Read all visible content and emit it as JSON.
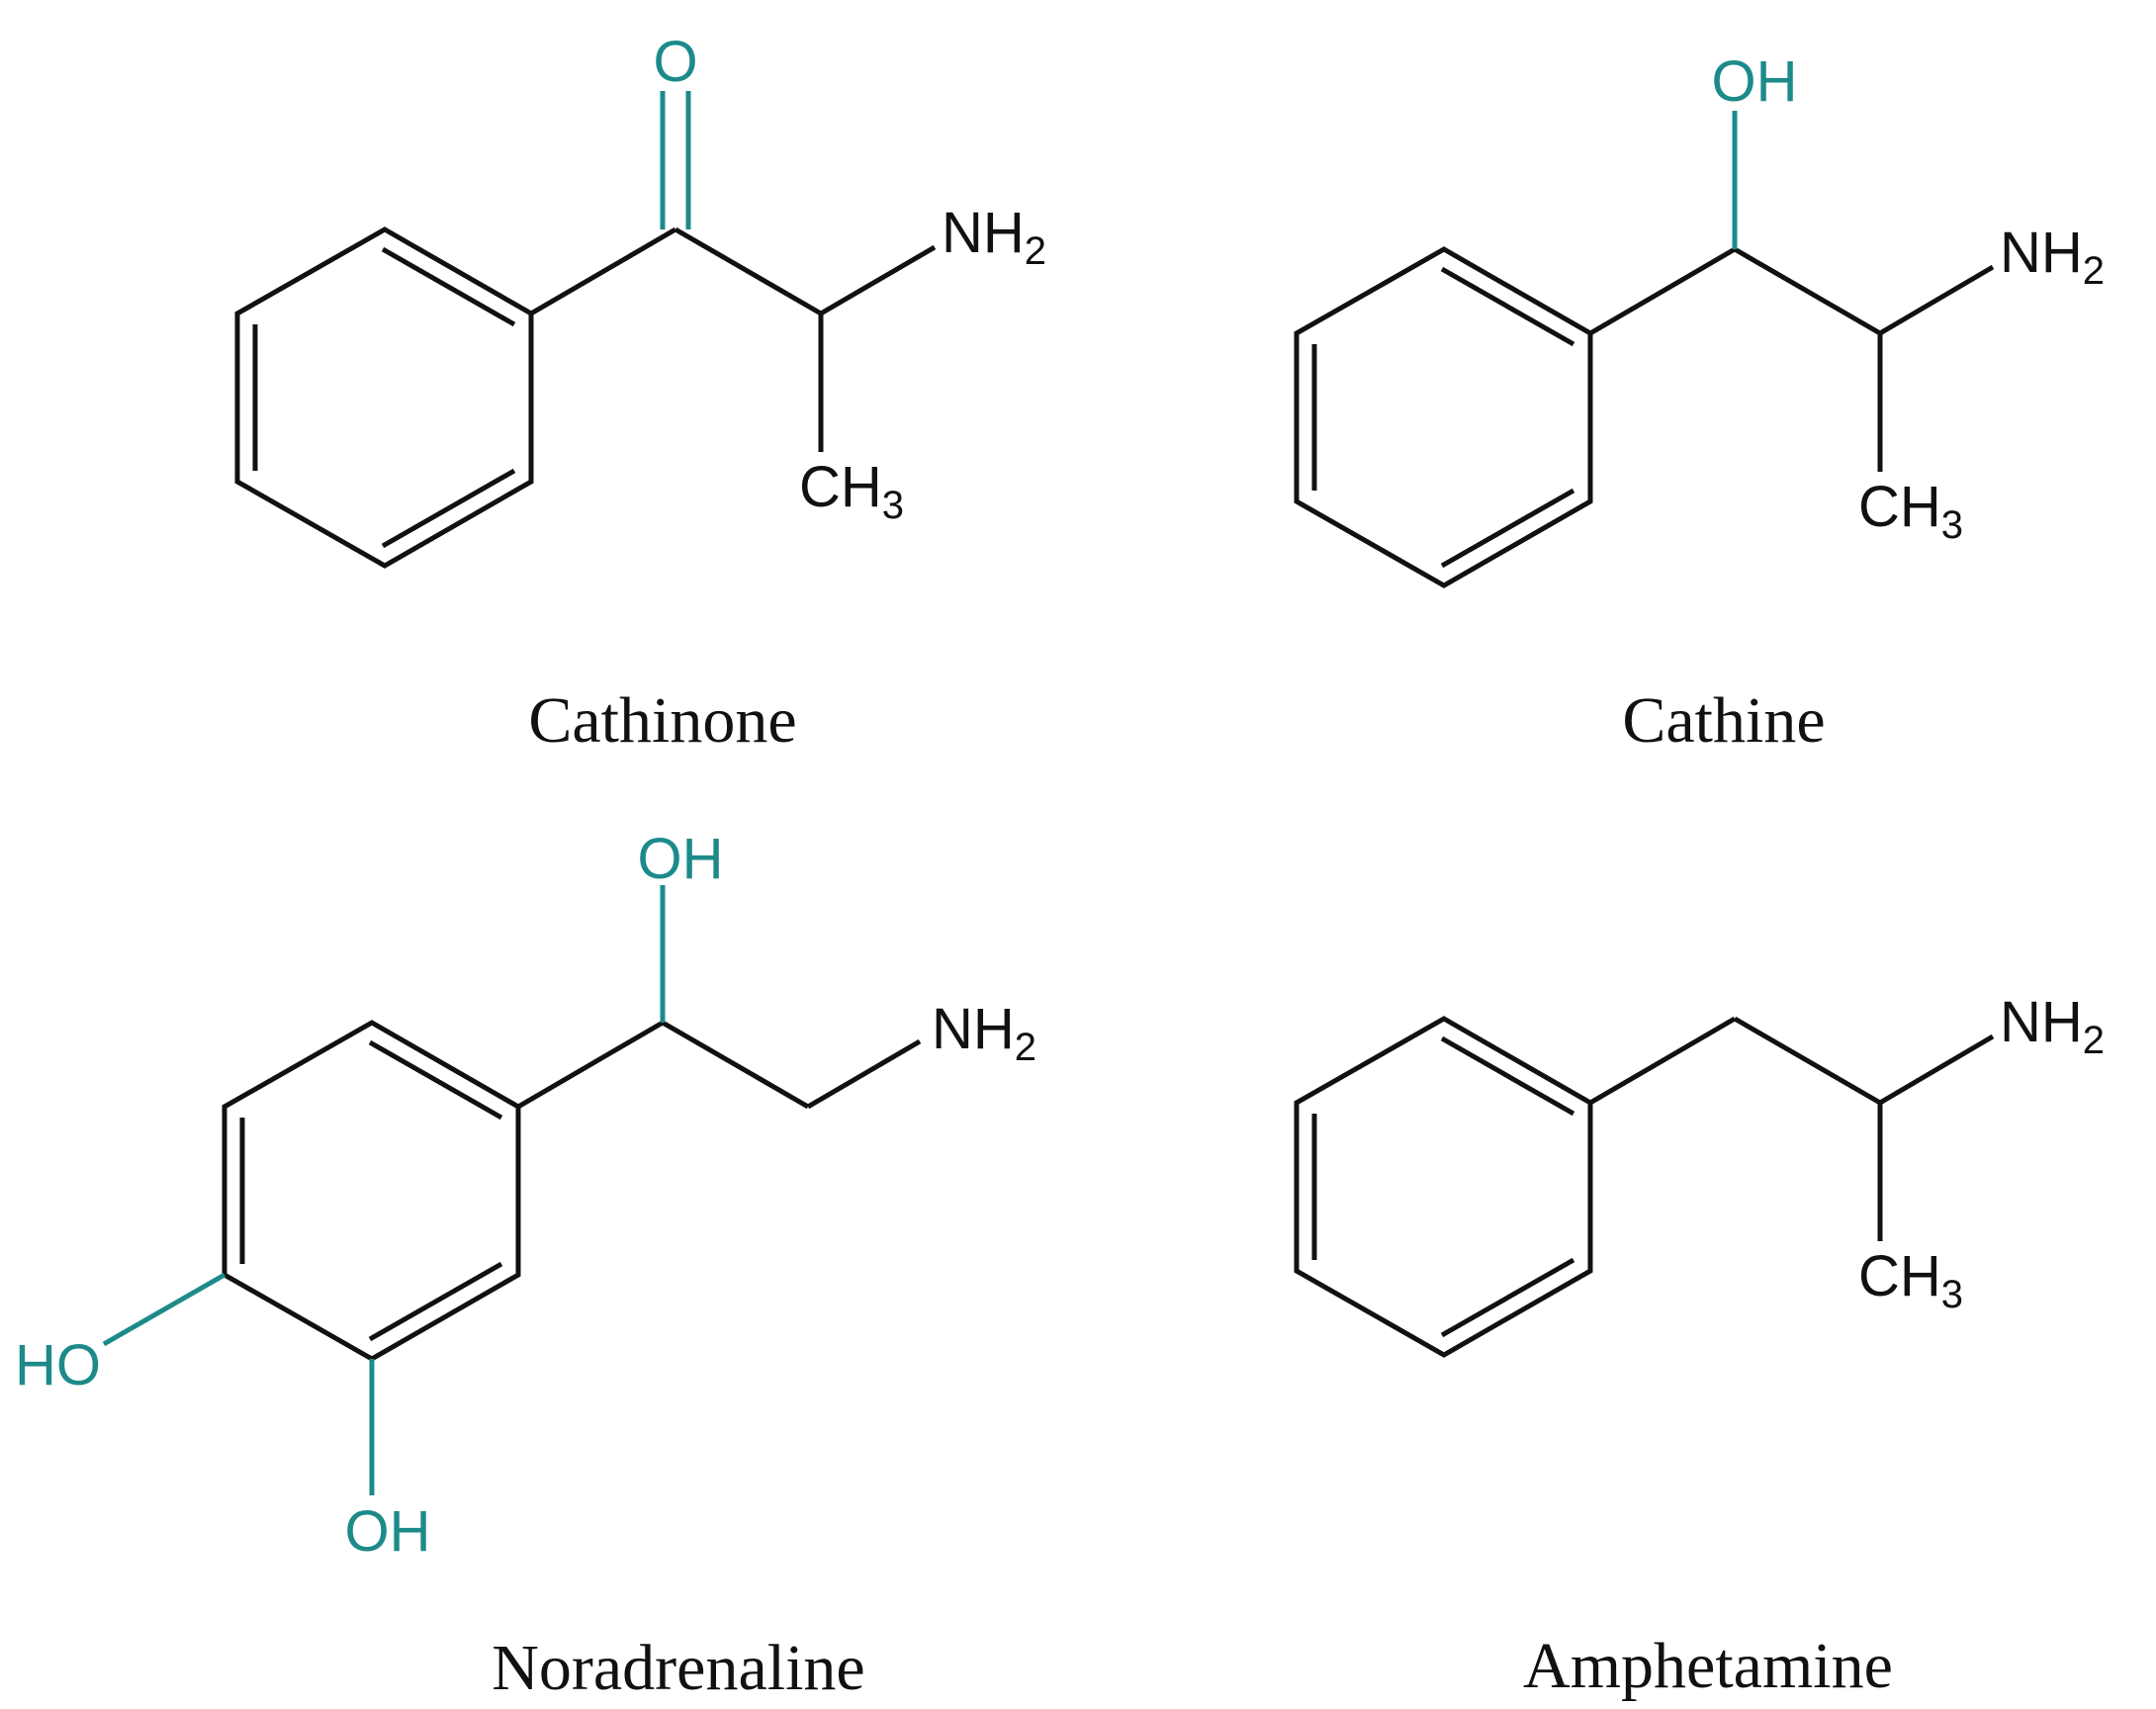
{
  "colors": {
    "bond": "#111111",
    "heteroatom": "#1d8a8a",
    "background": "#ffffff"
  },
  "molecules": [
    {
      "name": "Cathinone",
      "labels": {
        "carbonyl_o": "O",
        "amine": "NH",
        "amine_sub": "2",
        "methyl": "CH",
        "methyl_sub": "3"
      }
    },
    {
      "name": "Cathine",
      "labels": {
        "hydroxyl": "OH",
        "amine": "NH",
        "amine_sub": "2",
        "methyl": "CH",
        "methyl_sub": "3"
      }
    },
    {
      "name": "Noradrenaline",
      "labels": {
        "hydroxyl_side": "OH",
        "amine": "NH",
        "amine_sub": "2",
        "ring_ho": "HO",
        "ring_oh": "OH"
      }
    },
    {
      "name": "Amphetamine",
      "labels": {
        "amine": "NH",
        "amine_sub": "2",
        "methyl": "CH",
        "methyl_sub": "3"
      }
    }
  ]
}
